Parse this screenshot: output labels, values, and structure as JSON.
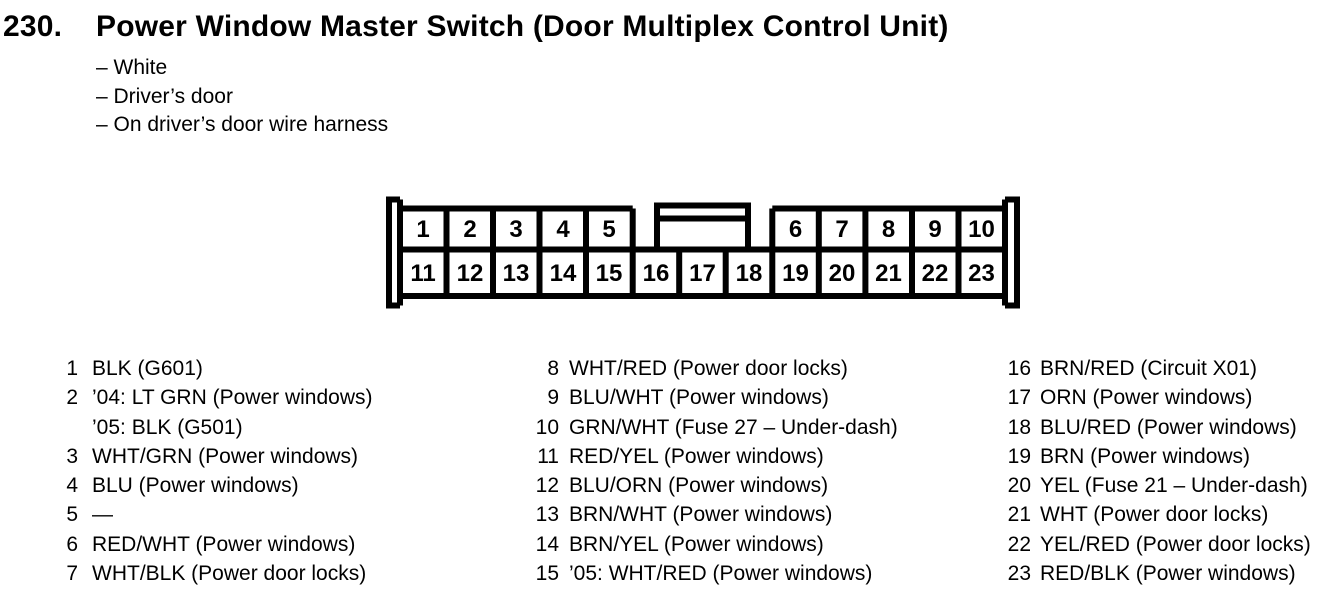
{
  "colors": {
    "ink": "#000000",
    "paper": "#ffffff"
  },
  "header": {
    "number": "230.",
    "title": "Power Window Master Switch (Door Multiplex Control Unit)",
    "bullets": [
      "– White",
      "– Driver’s door",
      "– On driver’s door wire harness"
    ]
  },
  "connector": {
    "pins": [
      "1",
      "2",
      "3",
      "4",
      "5",
      "6",
      "7",
      "8",
      "9",
      "10",
      "11",
      "12",
      "13",
      "14",
      "15",
      "16",
      "17",
      "18",
      "19",
      "20",
      "21",
      "22",
      "23"
    ]
  },
  "pin_list": {
    "col1": [
      {
        "n": "1",
        "d": "BLK (G601)"
      },
      {
        "n": "2",
        "d": "’04: LT GRN (Power windows)"
      },
      {
        "n": "",
        "d": "’05: BLK (G501)"
      },
      {
        "n": "3",
        "d": "WHT/GRN (Power windows)"
      },
      {
        "n": "4",
        "d": "BLU (Power windows)"
      },
      {
        "n": "5",
        "d": "—"
      },
      {
        "n": "6",
        "d": "RED/WHT (Power windows)"
      },
      {
        "n": "7",
        "d": "WHT/BLK (Power door locks)"
      }
    ],
    "col2": [
      {
        "n": "8",
        "d": "WHT/RED (Power door locks)"
      },
      {
        "n": "9",
        "d": "BLU/WHT (Power windows)"
      },
      {
        "n": "10",
        "d": "GRN/WHT (Fuse 27 – Under-dash)"
      },
      {
        "n": "11",
        "d": "RED/YEL (Power windows)"
      },
      {
        "n": "12",
        "d": "BLU/ORN (Power windows)"
      },
      {
        "n": "13",
        "d": "BRN/WHT (Power windows)"
      },
      {
        "n": "14",
        "d": "BRN/YEL (Power windows)"
      },
      {
        "n": "15",
        "d": "’05: WHT/RED (Power windows)"
      }
    ],
    "col3": [
      {
        "n": "16",
        "d": "BRN/RED (Circuit X01)"
      },
      {
        "n": "17",
        "d": "ORN (Power windows)"
      },
      {
        "n": "18",
        "d": "BLU/RED (Power windows)"
      },
      {
        "n": "19",
        "d": "BRN (Power windows)"
      },
      {
        "n": "20",
        "d": "YEL (Fuse 21 – Under-dash)"
      },
      {
        "n": "21",
        "d": "WHT (Power door locks)"
      },
      {
        "n": "22",
        "d": "YEL/RED (Power door locks)"
      },
      {
        "n": "23",
        "d": "RED/BLK (Power windows)"
      }
    ]
  }
}
